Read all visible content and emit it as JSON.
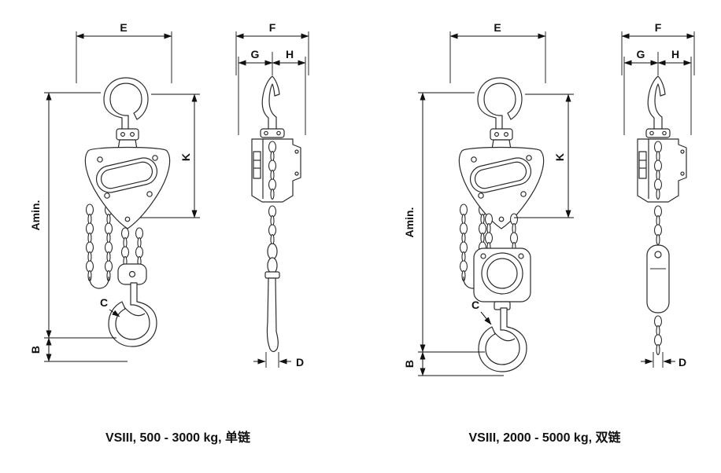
{
  "figure": {
    "background": "#ffffff",
    "line_color": "#2b2b2b",
    "dimension_color": "#111111"
  },
  "views": {
    "left": {
      "caption": "VSIII, 500 - 3000 kg, 单链",
      "dims": {
        "E": "E",
        "F": "F",
        "G": "G",
        "H": "H",
        "K": "K",
        "Amin": "Amin.",
        "B": "B",
        "C": "C",
        "D": "D"
      }
    },
    "right": {
      "caption": "VSIII, 2000 - 5000 kg, 双链",
      "dims": {
        "E": "E",
        "F": "F",
        "G": "G",
        "H": "H",
        "K": "K",
        "Amin": "Amin.",
        "B": "B",
        "C": "C",
        "D": "D"
      }
    }
  }
}
